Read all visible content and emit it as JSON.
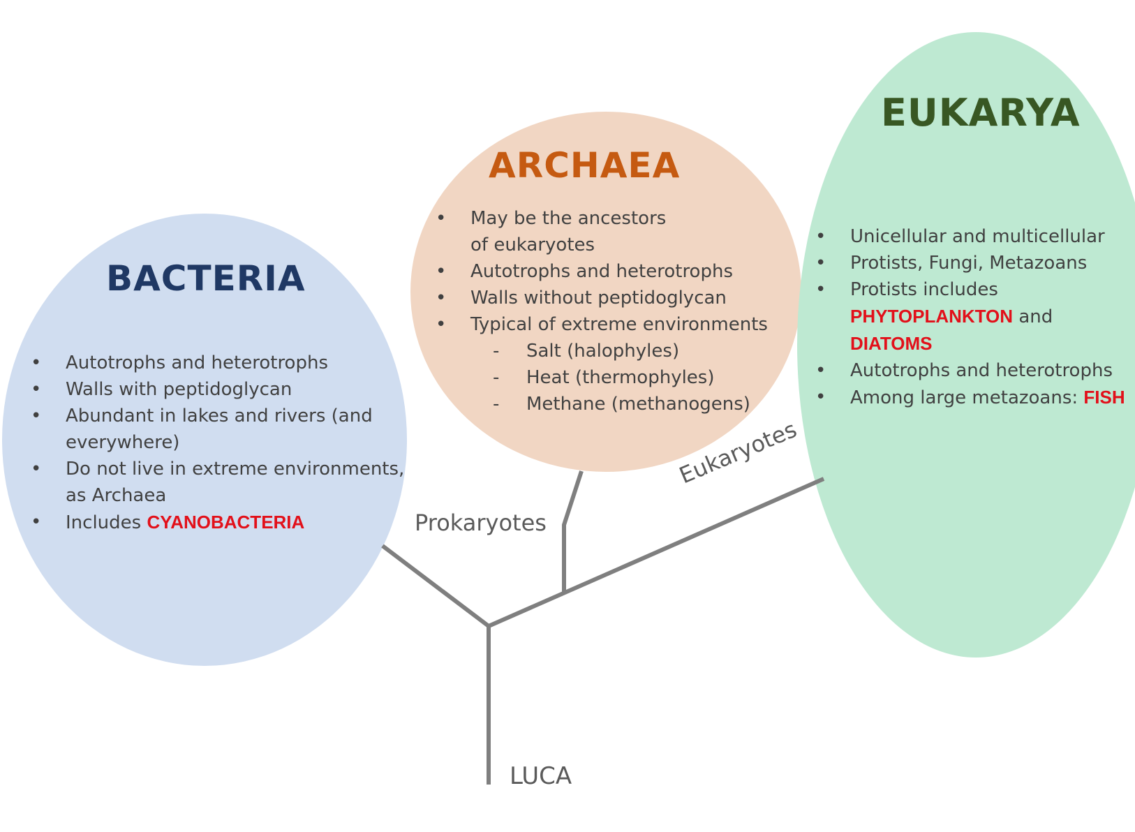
{
  "diagram": {
    "colors": {
      "bacteria_fill": "#d0ddf0",
      "archaea_fill": "#f1d6c3",
      "eukarya_fill": "#bee9d2",
      "bacteria_title": "#1f3864",
      "archaea_title": "#c55a11",
      "eukarya_title": "#385723",
      "highlight": "#e2101a",
      "tree_line": "#7f7f7f",
      "body_text": "#404040"
    },
    "bacteria": {
      "title": "BACTERIA",
      "items": [
        "Autotrophs and heterotrophs",
        "Walls with peptidoglycan",
        "Abundant in lakes and rivers (and everywhere)",
        "Do not live in extreme environments, as Archaea"
      ],
      "item5_prefix": "Includes ",
      "item5_highlight": "CYANOBACTERIA"
    },
    "archaea": {
      "title": "ARCHAEA",
      "items": [
        "May be the ancestors of eukaryotes",
        "Autotrophs and heterotrophs",
        "Walls without peptidoglycan",
        "Typical of extreme environments"
      ],
      "sub_items": [
        "Salt (halophyles)",
        "Heat (thermophyles)",
        "Methane (methanogens)"
      ]
    },
    "eukarya": {
      "title": "EUKARYA",
      "items": [
        "Unicellular and multicellular",
        "Protists, Fungi, Metazoans"
      ],
      "item3_prefix": "Protists includes ",
      "item3_highlight1": "PHYTOPLANKTON",
      "item3_mid": " and ",
      "item3_highlight2": "DIATOMS",
      "item4": "Autotrophs and heterotrophs",
      "item5_prefix": "Among large metazoans: ",
      "item5_highlight": "FISH"
    },
    "tree": {
      "prokaryotes_label": "Prokaryotes",
      "eukaryotes_label": "Eukaryotes",
      "root_label": "LUCA"
    }
  }
}
